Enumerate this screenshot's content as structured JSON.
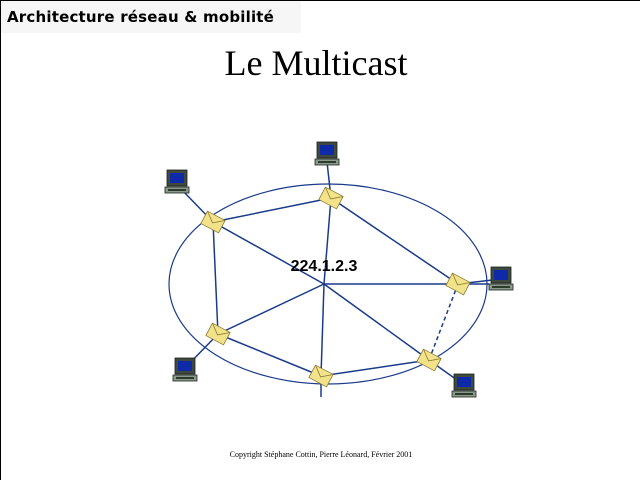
{
  "header": {
    "course_title": "Architecture réseau & mobilité"
  },
  "slide": {
    "title": "Le Multicast"
  },
  "diagram": {
    "group_address": "224.1.2.3",
    "colors": {
      "link": "#1a3a8a",
      "router_fill": "#f2e38a",
      "router_stroke": "#8a7a30",
      "computer_case": "#3d4a3d",
      "computer_screen": "#0f2aa8"
    }
  },
  "footer": {
    "copyright": "Copyright Stéphane Cottin, Pierre Léonard, Février 2001"
  }
}
